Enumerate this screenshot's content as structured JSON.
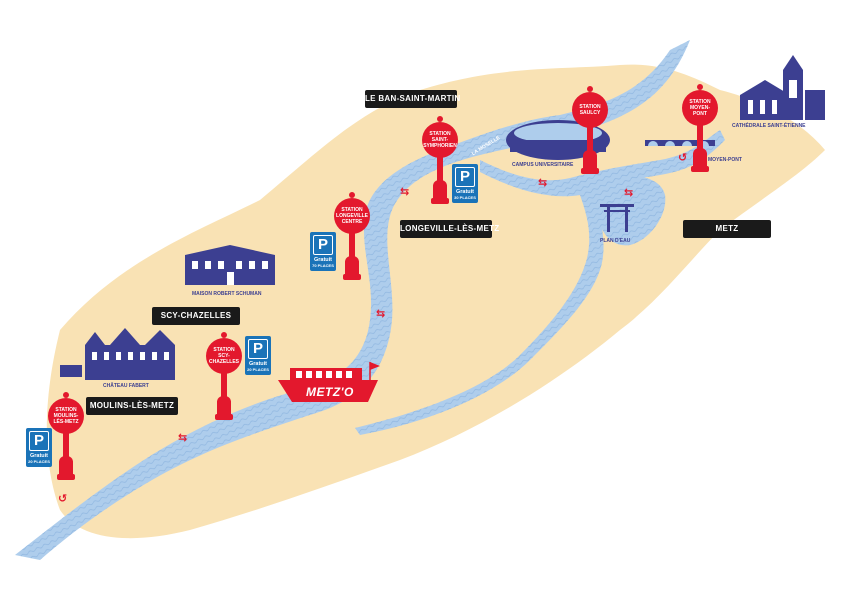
{
  "colors": {
    "land": "#f9e2b4",
    "river": "#aecdec",
    "river_line": "#9cc0e6",
    "building": "#3c3f91",
    "station": "#e3182d",
    "parking": "#1a73b8",
    "label_bg": "#1a1a1a"
  },
  "towns": {
    "ban_saint_martin": "LE BAN-SAINT-MARTIN",
    "longeville": "LONGEVILLE-LÈS-METZ",
    "metz": "METZ",
    "scy_chazelles": "SCY-CHAZELLES",
    "moulins": "MOULINS-LÈS-METZ"
  },
  "stations": {
    "saulcy": [
      "STATION",
      "SAULCY"
    ],
    "moyen_pont": [
      "STATION",
      "MOYEN-",
      "PONT"
    ],
    "saint_symphorien": [
      "STATION",
      "SAINT-",
      "SYMPHORIEN"
    ],
    "longeville_centre": [
      "STATION",
      "LONGEVILLE",
      "CENTRE"
    ],
    "scy_chazelles": [
      "STATION",
      "SCY-",
      "CHAZELLES"
    ],
    "moulins": [
      "STATION",
      "MOULINS-",
      "LÈS-METZ"
    ]
  },
  "parkings": {
    "saint_symphorien": {
      "symbol": "P",
      "free": "Gratuit",
      "capacity": "30 PLACES"
    },
    "longeville": {
      "symbol": "P",
      "free": "Gratuit",
      "capacity": "70 PLACES"
    },
    "scy": {
      "symbol": "P",
      "free": "Gratuit",
      "capacity": "20 PLACES"
    },
    "moulins": {
      "symbol": "P",
      "free": "Gratuit",
      "capacity": "20 PLACES"
    }
  },
  "landmarks": {
    "cathedrale": "CATHÉDRALE SAINT-ÉTIENNE",
    "campus": "CAMPUS UNIVERSITAIRE",
    "plan_deau": "PLAN D'EAU",
    "moyen_pont": "MOYEN-PONT",
    "schuman": "MAISON ROBERT SCHUMAN",
    "chateau": "CHÂTEAU FABERT"
  },
  "river_name": "LA MOSELLE",
  "boat_name": "METZ'O",
  "icons": {
    "route_arrow": "⇆",
    "loop_arrow": "↺"
  }
}
